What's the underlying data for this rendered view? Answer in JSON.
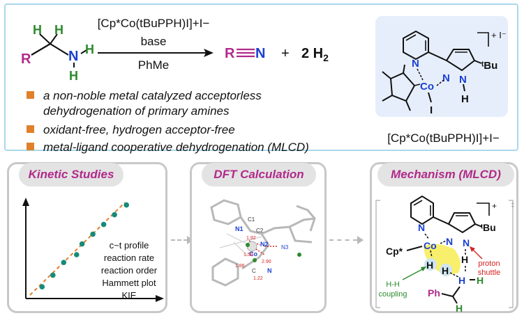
{
  "reaction": {
    "catalyst_label": "[Cp*Co(tBuPPH)I]+I−",
    "condition_base": "base",
    "condition_solvent": "PhMe",
    "substrate_R": "R",
    "substrate_H1": "H",
    "substrate_H2": "H",
    "substrate_N": "N",
    "substrate_H3": "H",
    "substrate_H4": "H",
    "product_R": "R",
    "product_N": "N",
    "plus": "+",
    "h2": "2 H",
    "h2_subscript": "2"
  },
  "bullets": [
    "a non-noble metal catalyzed acceptorless",
    "dehydrogenation of primary amines",
    "oxidant-free, hydrogen acceptor-free",
    "metal-ligand cooperative dehydrogenation (MLCD)"
  ],
  "catalyst": {
    "caption": "[Cp*Co(tBuPPH)I]+I−",
    "charge": "+ I⁻",
    "atom_N_pyr": "N",
    "atom_N_pz": "N",
    "atom_N_h": "N",
    "atom_H": "H",
    "atom_Co": "Co",
    "atom_I": "I",
    "tBu": "ᵗBu"
  },
  "panels": {
    "kinetic": {
      "title": "Kinetic Studies",
      "items": [
        "c~t profile",
        "reaction rate",
        "reaction order",
        "Hammett plot",
        "KIE"
      ]
    },
    "dft": {
      "title": "DFT Calculation",
      "labels": {
        "n1": "N1",
        "n2": "N2",
        "c1": "C1",
        "c2": "C2",
        "co": "Co",
        "c": "C",
        "n": "N",
        "n3": "N3",
        "d1": "1.58",
        "d2": "1.86",
        "d3": "1.22",
        "d4": "2.90",
        "d5": "1.92"
      }
    },
    "mechanism": {
      "title": "Mechanism (MLCD)",
      "charge": "+",
      "cp": "Cp*",
      "co": "Co",
      "n1": "N",
      "n2": "N",
      "n3": "N",
      "tBu": "ᵗBu",
      "h_a": "H",
      "h_b": "H",
      "h_c": "H",
      "h_n": "H",
      "h_d": "H",
      "h_e": "H",
      "ph": "Ph",
      "proton_shuttle_1": "proton",
      "proton_shuttle_2": "shuttle",
      "hh_1": "H-H",
      "hh_2": "coupling",
      "dagger": "‡"
    }
  },
  "chart_data": {
    "type": "scatter",
    "title": "",
    "xlabel": "",
    "ylabel": "",
    "points": [
      [
        0.15,
        0.12
      ],
      [
        0.25,
        0.24
      ],
      [
        0.35,
        0.37
      ],
      [
        0.47,
        0.45
      ],
      [
        0.52,
        0.56
      ],
      [
        0.62,
        0.66
      ],
      [
        0.72,
        0.76
      ],
      [
        0.82,
        0.86
      ],
      [
        0.93,
        0.96
      ]
    ],
    "fit_line": "dashed orange"
  },
  "colors": {
    "magenta": "#b12a8a",
    "green": "#2c8a2c",
    "blue": "#1a3fd0",
    "orange": "#e0802a",
    "teal": "#178a7a",
    "red": "#d42222",
    "frame_blue": "#a9d8ec",
    "catalyst_bg": "#e6eefb",
    "panel_gray": "#c8c8c8"
  }
}
